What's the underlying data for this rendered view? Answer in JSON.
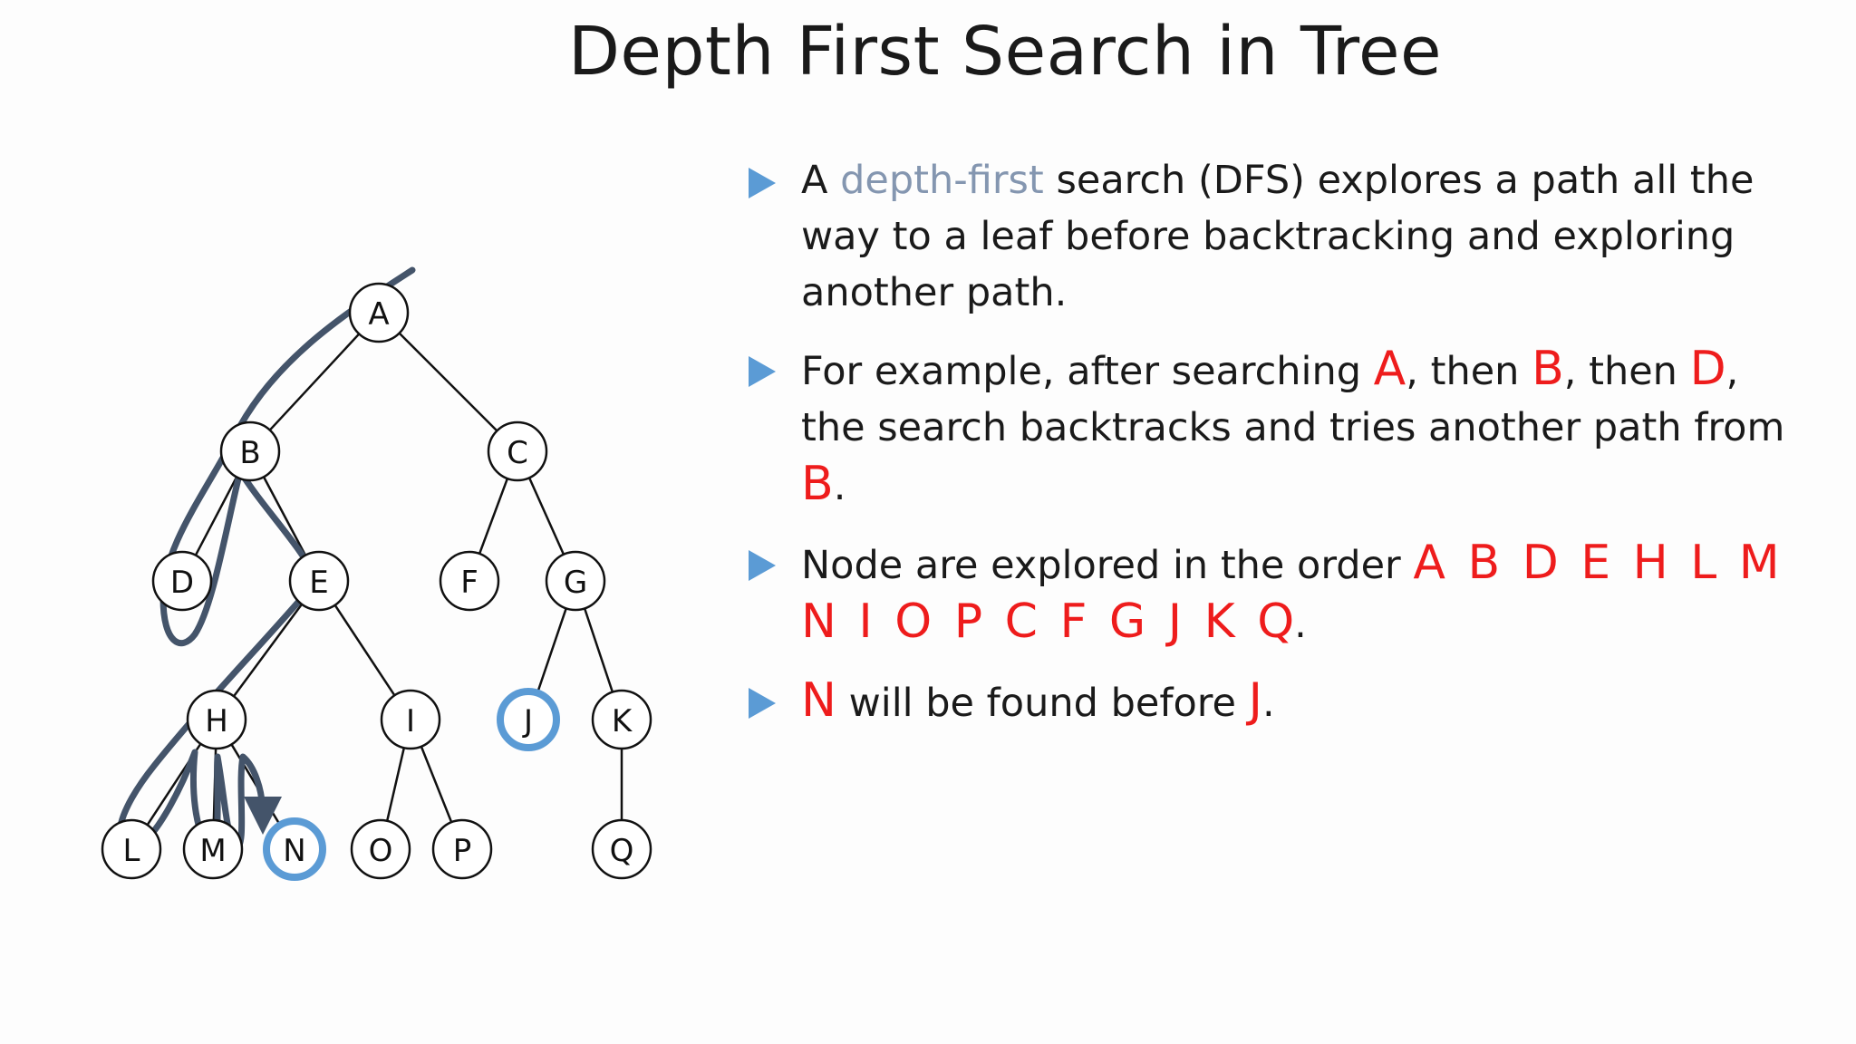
{
  "title": "Depth First Search in Tree",
  "colors": {
    "accent_blue": "#5b9bd5",
    "trace": "#44546a",
    "highlight_text": "#8496b0",
    "red": "#ee1c1c"
  },
  "tree": {
    "nodes": [
      "A",
      "B",
      "C",
      "D",
      "E",
      "F",
      "G",
      "H",
      "I",
      "J",
      "K",
      "L",
      "M",
      "N",
      "O",
      "P",
      "Q"
    ],
    "edges": [
      [
        "A",
        "B"
      ],
      [
        "A",
        "C"
      ],
      [
        "B",
        "D"
      ],
      [
        "B",
        "E"
      ],
      [
        "C",
        "F"
      ],
      [
        "C",
        "G"
      ],
      [
        "E",
        "H"
      ],
      [
        "E",
        "I"
      ],
      [
        "G",
        "J"
      ],
      [
        "G",
        "K"
      ],
      [
        "H",
        "L"
      ],
      [
        "H",
        "M"
      ],
      [
        "H",
        "N"
      ],
      [
        "I",
        "O"
      ],
      [
        "I",
        "P"
      ],
      [
        "K",
        "Q"
      ]
    ],
    "highlighted": [
      "J",
      "N"
    ]
  },
  "bullets": {
    "b1": {
      "p1": "A ",
      "hl": "depth-first",
      "p2": " search (DFS) explores a path all the way to a leaf before backtracking and exploring another path."
    },
    "b2": {
      "p1": "For example, after searching ",
      "r1": "A",
      "p2": ", then ",
      "r2": "B",
      "p3": ", then ",
      "r3": "D",
      "p4": ", the search backtracks and tries another path from ",
      "r4": "B",
      "p5": "."
    },
    "b3": {
      "p1": "Node are explored in the order ",
      "seq": "A B D E H L M N I O P C F G J K Q",
      "p2": "."
    },
    "b4": {
      "r1": "N",
      "p1": " will be found before ",
      "r2": "J",
      "p2": "."
    }
  }
}
